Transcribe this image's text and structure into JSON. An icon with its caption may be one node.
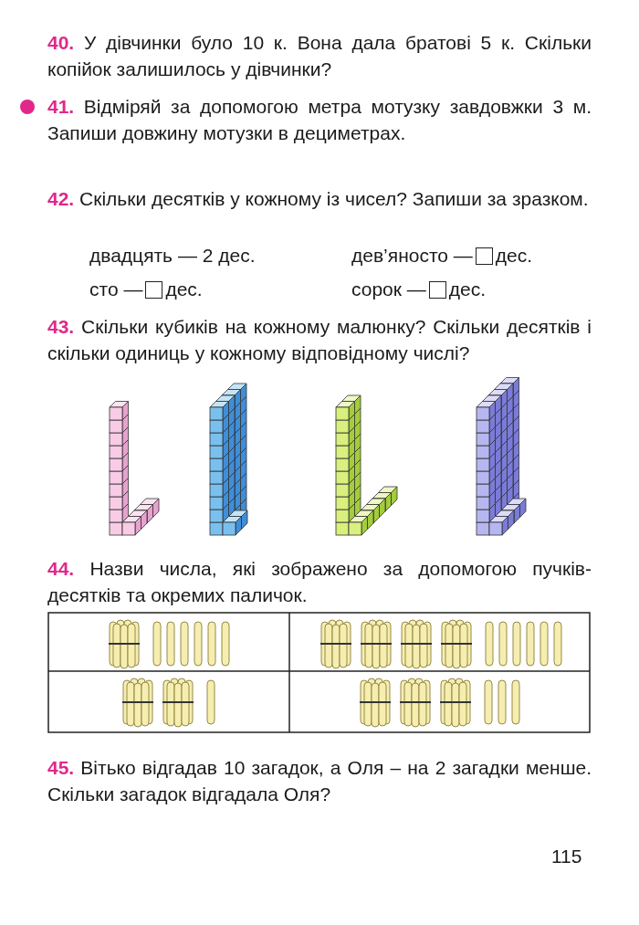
{
  "diagram": {
    "labels": [
      "40.",
      "У дівчинки було 10 к. Вона дала братові 5 к. Скільки копійок залишилось у дівчинки?",
      "41.",
      "Відміряй за допомогою метра мотузку завдовжки 3 м. Запиши довжину мотузки в дециметрах.",
      "42.",
      "Скільки десятків у кожному із чисел? Запиши за зразком.",
      "двадцять — 2 дес.",
      "дев’яносто —",
      "дес.",
      "сто —",
      "дес.",
      "сорок —",
      "дес.",
      "43.",
      "Скільки кубиків на кожному малюнку? Скільки десятків і скільки одиниць у кожному відповідному числі?",
      "44.",
      "Назви числа, які зображено за допомогою пучків-десятків та окремих паличок.",
      "45.",
      "Вітько відгадав 10 загадок, а Оля – на 2 загадки менше. Скільки загадок відгадала Оля?",
      "115"
    ]
  }
}
